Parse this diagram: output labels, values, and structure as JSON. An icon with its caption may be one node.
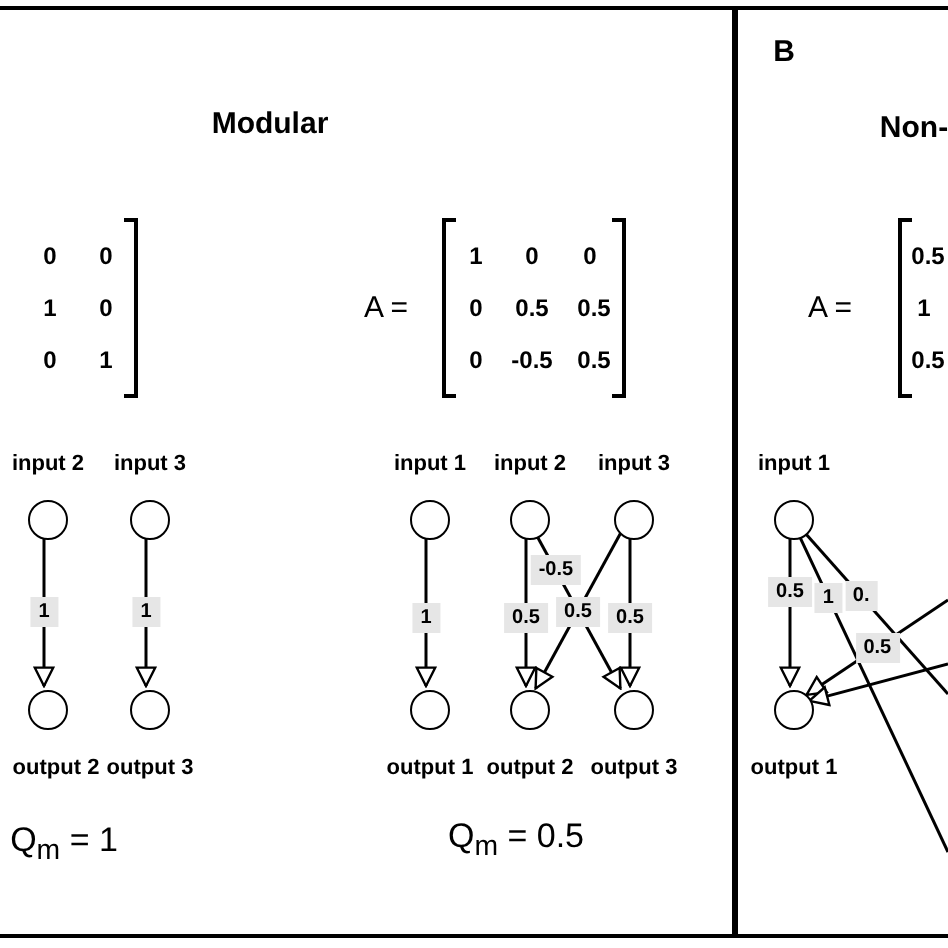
{
  "diagram": {
    "nodes": [
      {
        "text": [
          "Modular"
        ]
      },
      {
        "text": [],
        "shape": "circle",
        "in": 0,
        "beside": [
          "input 2"
        ]
      },
      {
        "text": [],
        "shape": "circle",
        "in": 0,
        "beside": [
          "input 3"
        ]
      },
      {
        "text": [],
        "shape": "circle",
        "in": 0,
        "beside": [
          "output 2"
        ]
      },
      {
        "text": [],
        "shape": "circle",
        "in": 0,
        "beside": [
          "output 3"
        ]
      },
      {
        "text": [],
        "shape": "circle",
        "in": 0,
        "beside": [
          "input 1"
        ]
      },
      {
        "text": [],
        "shape": "circle",
        "in": 0,
        "beside": [
          "input 2"
        ]
      },
      {
        "text": [],
        "shape": "circle",
        "in": 0,
        "beside": [
          "input 3"
        ]
      },
      {
        "text": [],
        "shape": "circle",
        "in": 0,
        "beside": [
          "output 1"
        ]
      },
      {
        "text": [],
        "shape": "circle",
        "in": 0,
        "beside": [
          "output 2"
        ]
      },
      {
        "text": [],
        "shape": "circle",
        "in": 0,
        "beside": [
          "output 3"
        ]
      },
      {
        "text": [
          "B",
          "Non-"
        ]
      },
      {
        "text": [],
        "shape": "circle",
        "in": 11,
        "beside": [
          "input 1"
        ]
      },
      {
        "text": [],
        "shape": "circle",
        "in": 11,
        "beside": [
          "output 1"
        ]
      }
    ],
    "edges": [
      {
        "from": 5,
        "to": 8,
        "arrow": "to",
        "label": "1"
      },
      {
        "from": 6,
        "to": 9,
        "arrow": "to",
        "label": "0.5"
      },
      {
        "from": 6,
        "to": 10,
        "arrow": "to",
        "label": "-0.5"
      },
      {
        "from": 7,
        "to": 9,
        "arrow": "to",
        "label": "0.5"
      },
      {
        "from": 7,
        "to": 10,
        "arrow": "to",
        "label": "0.5"
      },
      {
        "from": 1,
        "to": 3,
        "arrow": "to",
        "label": "1"
      },
      {
        "from": 2,
        "to": 4,
        "arrow": "to",
        "label": "1"
      },
      {
        "from": 12,
        "to": 13,
        "arrow": "to",
        "label": "0.5"
      },
      {
        "from": 12,
        "to": null,
        "arrow": "none",
        "label": "1"
      },
      {
        "from": 12,
        "to": null,
        "arrow": "none",
        "label": "0."
      },
      {
        "from": null,
        "to": 13,
        "arrow": "to",
        "label": "0.5"
      },
      {
        "from": null,
        "to": 13,
        "arrow": "to"
      }
    ],
    "labels": [
      "0",
      "0",
      "1",
      "0",
      "0",
      "1",
      "A =",
      "1",
      "0",
      "0",
      "0",
      "0.5",
      "0.5",
      "0",
      "-0.5",
      "0.5",
      "A =",
      "0.5",
      "1",
      "0.5",
      "Q$_{m}$ = 1",
      "Q$_{m}$ = 0.5"
    ]
  }
}
